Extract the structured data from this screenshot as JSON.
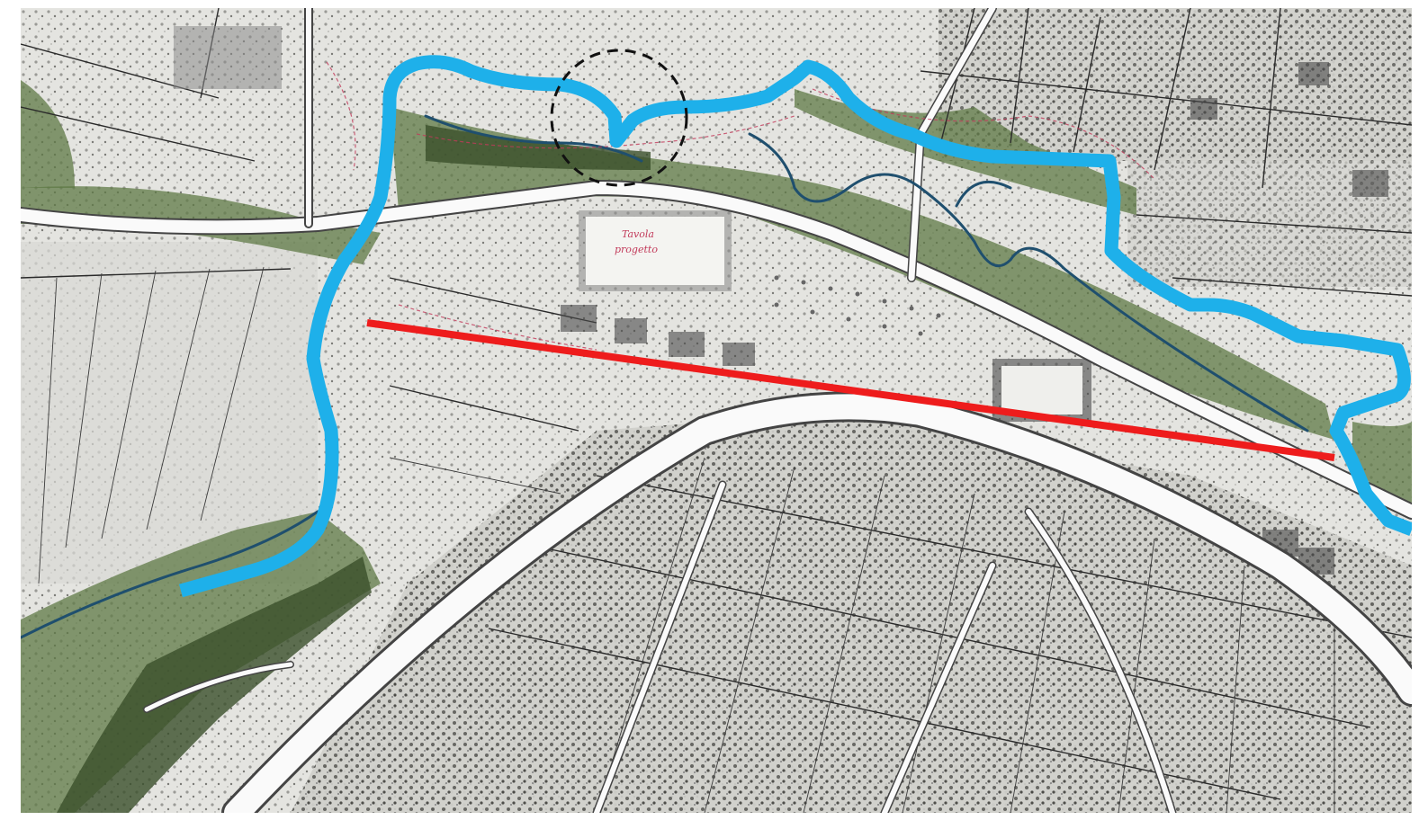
{
  "map": {
    "colors": {
      "river_outline": "#1eb0ea",
      "cross_section": "#ee1c1c",
      "circle_marker": "#111111",
      "stream": "#1f4f6e",
      "vegetation": "#5f7a45",
      "handwriting": "#c23a5a"
    },
    "handwritten_labels": [
      "Tavola",
      "progetto"
    ],
    "features": {
      "river_outline": "blue-river-outline",
      "cross_section": "red-section-line",
      "circle_marker": "dashed-circle-marker"
    }
  }
}
